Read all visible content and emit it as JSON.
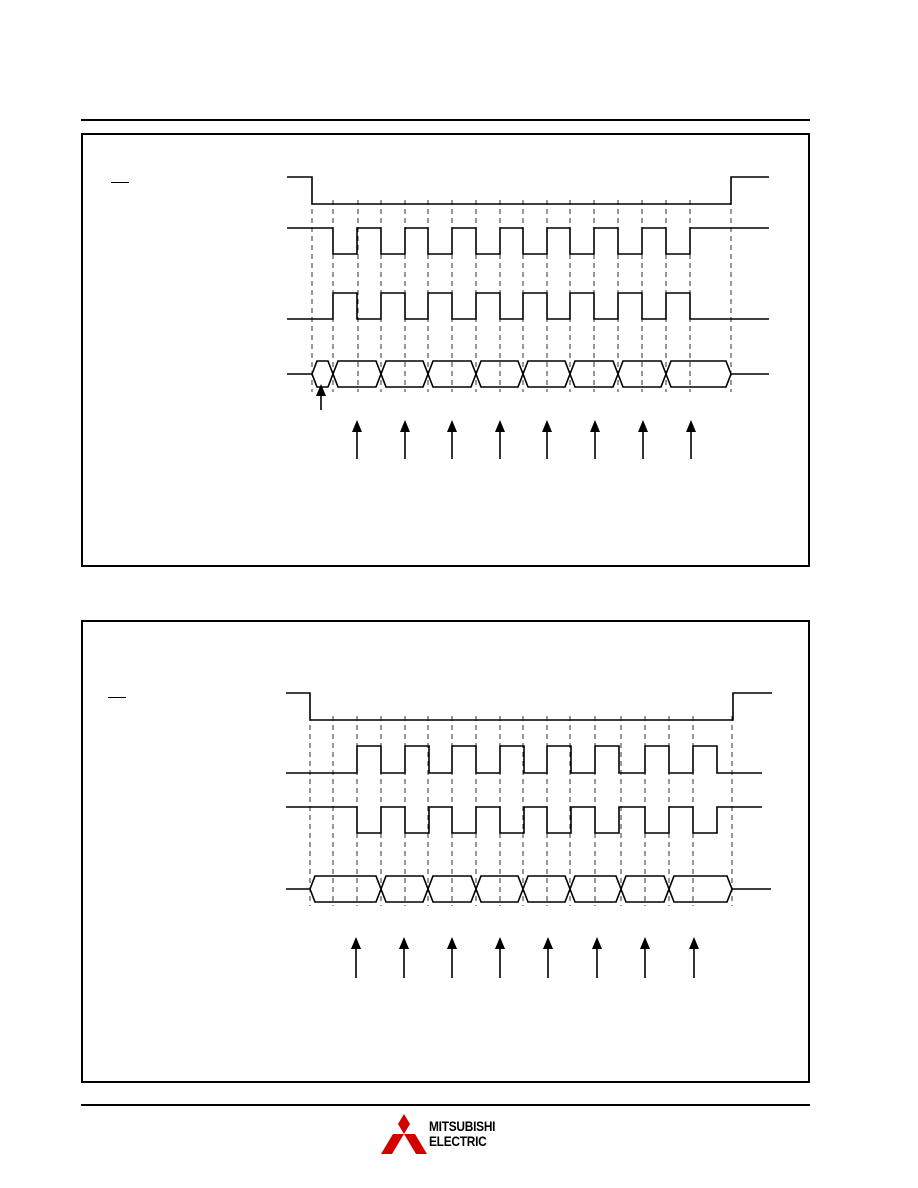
{
  "logo": {
    "line1": "MITSUBISHI",
    "line2": "ELECTRIC",
    "color": "#d40000"
  },
  "diagrams": [
    {
      "id": "timing-1",
      "clock_pulses": 8,
      "data_cells": 8,
      "latch_arrows": 8
    },
    {
      "id": "timing-2",
      "clock_pulses": 8,
      "data_cells": 8,
      "latch_arrows": 8
    }
  ]
}
